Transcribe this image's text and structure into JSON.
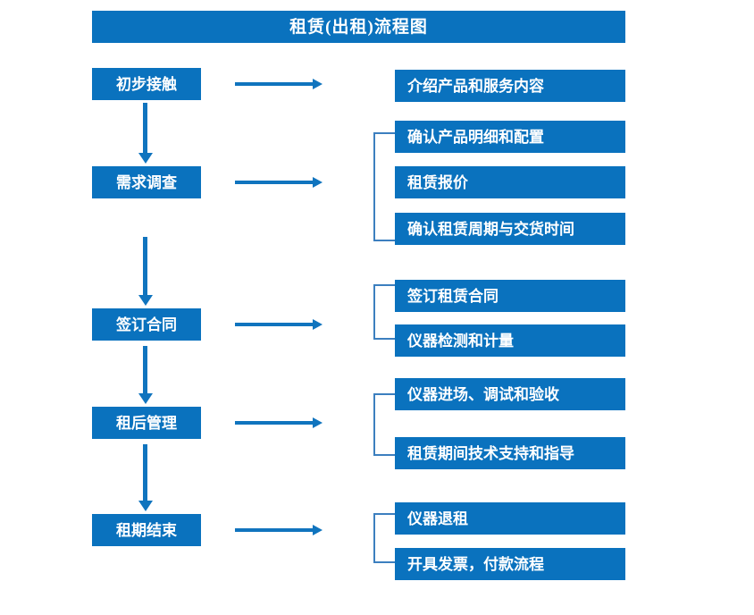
{
  "title": {
    "text": "租赁(出租)流程图"
  },
  "colors": {
    "box_blue": "#0A72BE",
    "arrow_blue": "#1074BE",
    "bracket_blue": "#3C7FBF",
    "text_white": "#FFFFFF",
    "background": "#FFFFFF"
  },
  "stages": [
    {
      "id": "stage-1",
      "label": "初步接触"
    },
    {
      "id": "stage-2",
      "label": "需求调查"
    },
    {
      "id": "stage-3",
      "label": "签订合同"
    },
    {
      "id": "stage-4",
      "label": "租后管理"
    },
    {
      "id": "stage-5",
      "label": "租期结束"
    }
  ],
  "tasks": [
    {
      "id": "task-1",
      "label": "介绍产品和服务内容"
    },
    {
      "id": "task-2",
      "label": "确认产品明细和配置"
    },
    {
      "id": "task-3",
      "label": "租赁报价"
    },
    {
      "id": "task-4",
      "label": "确认租赁周期与交货时间"
    },
    {
      "id": "task-5",
      "label": "签订租赁合同"
    },
    {
      "id": "task-6",
      "label": "仪器检测和计量"
    },
    {
      "id": "task-7",
      "label": "仪器进场、调试和验收"
    },
    {
      "id": "task-8",
      "label": "租赁期间技术支持和指导"
    },
    {
      "id": "task-9",
      "label": "仪器退租"
    },
    {
      "id": "task-10",
      "label": "开具发票，付款流程"
    }
  ],
  "connectors": {
    "horizontal_arrow_count": 5,
    "vertical_arrow_count": 4,
    "bracket_count": 4
  }
}
